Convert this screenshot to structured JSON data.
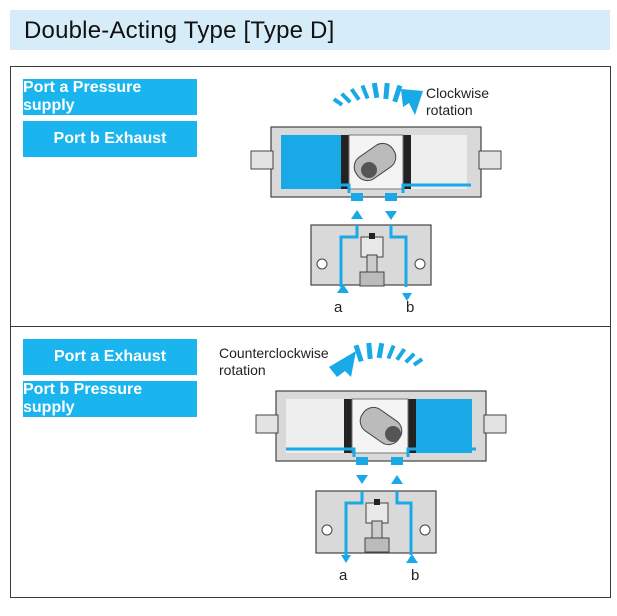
{
  "title": "Double-Acting Type [Type D]",
  "panels": [
    {
      "labels": [
        "Port a Pressure supply",
        "Port b Exhaust"
      ],
      "rotation": [
        "Clockwise",
        "rotation"
      ],
      "ports": [
        "a",
        "b"
      ]
    },
    {
      "labels": [
        "Port a Exhaust",
        "Port b Pressure supply"
      ],
      "rotation": [
        "Counterclockwise",
        "rotation"
      ],
      "ports": [
        "a",
        "b"
      ]
    }
  ],
  "colors": {
    "accent": "#1ab4ee",
    "fluid": "#18a9e6",
    "header": "#d6ecf9",
    "body": "#d9d9d9"
  },
  "icons": [
    "rotation-arrow-clockwise-icon",
    "rotation-arrow-counterclockwise-icon",
    "flow-arrow-icon"
  ]
}
